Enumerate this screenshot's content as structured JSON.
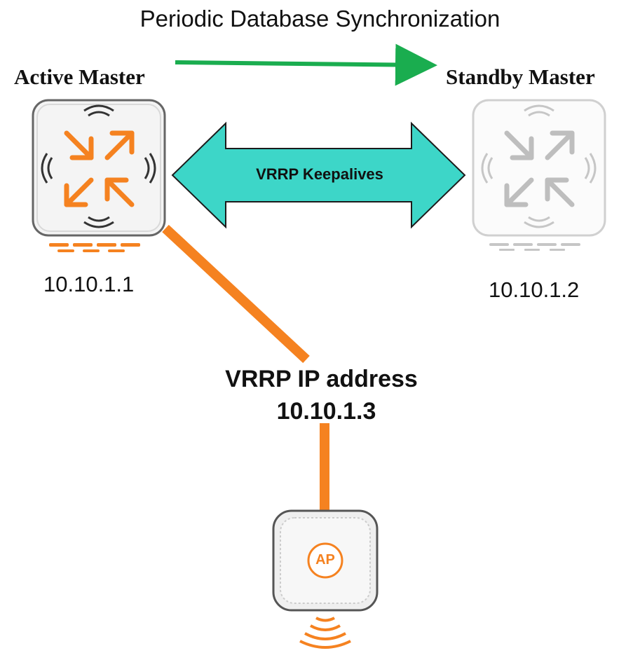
{
  "diagram": {
    "title": "Periodic Database Synchronization",
    "active_master": {
      "label": "Active Master",
      "ip": "10.10.1.1"
    },
    "standby_master": {
      "label": "Standby Master",
      "ip": "10.10.1.2"
    },
    "keepalive_label": "VRRP Keepalives",
    "vrrp_ip": {
      "label": "VRRP IP address",
      "value": "10.10.1.3"
    },
    "access_point": {
      "badge": "AP"
    }
  },
  "colors": {
    "sync_arrow": "#1aad4f",
    "keepalive_fill": "#3dd6c8",
    "link_orange": "#f58220",
    "device_border_active": "#6b6b6b",
    "device_border_standby": "#c8c8c8"
  },
  "icons": [
    "controller-icon",
    "wireless-waves-icon",
    "access-point-icon"
  ]
}
